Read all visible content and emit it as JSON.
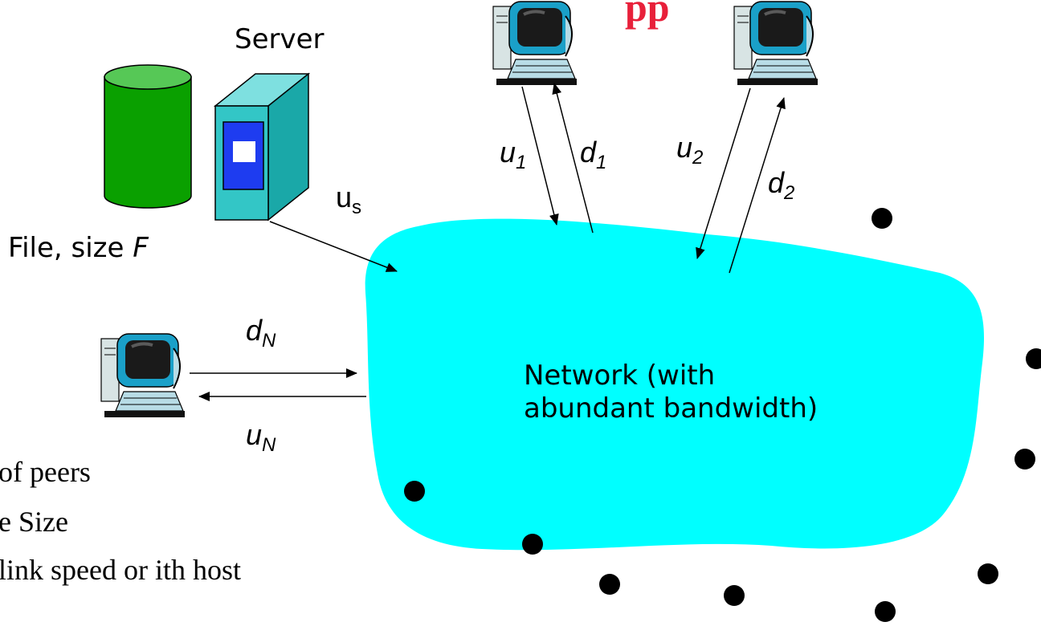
{
  "diagram": {
    "top_fragment": "pp",
    "server_label": "Server",
    "file_label": "File, size ",
    "file_var": "F",
    "server_upload": {
      "sym": "u",
      "sub": "s"
    },
    "peer1_up": {
      "sym": "u",
      "sub": "1"
    },
    "peer1_down": {
      "sym": "d",
      "sub": "1"
    },
    "peer2_up": {
      "sym": "u",
      "sub": "2"
    },
    "peer2_down": {
      "sym": "d",
      "sub": "2"
    },
    "peerN_down": {
      "sym": "d",
      "sub": "N"
    },
    "peerN_up": {
      "sym": "u",
      "sub": "N"
    },
    "network_label_line1": "Network (with",
    "network_label_line2": "abundant bandwidth)",
    "bullets": [
      "of peers",
      "e Size",
      "link speed or ith host"
    ],
    "colors": {
      "network": "#00ffff",
      "disk": "#0aa000",
      "server": "#30c8c8",
      "accent": "#e8203a"
    }
  }
}
